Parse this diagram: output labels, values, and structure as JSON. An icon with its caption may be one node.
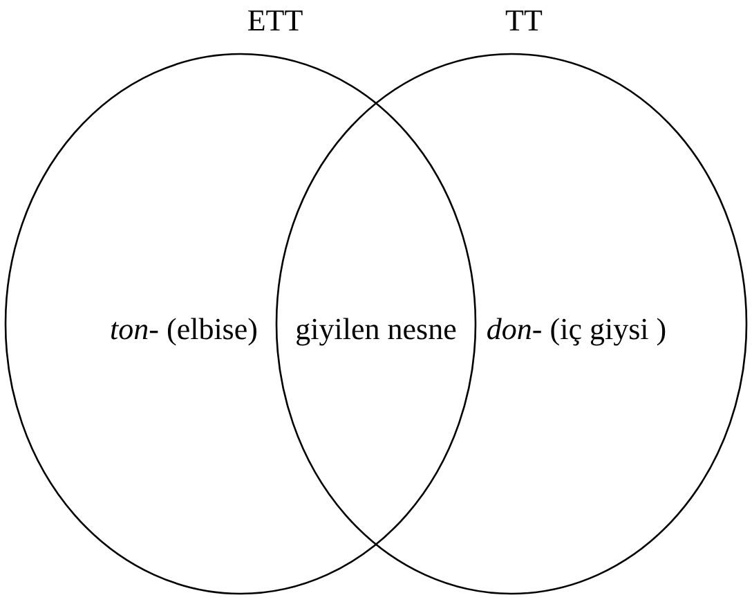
{
  "diagram": {
    "nodes": [
      {
        "text": [
          "ETT",
          "*ton-* (elbise)"
        ]
      },
      {
        "text": [
          "TT",
          "*don-* (iç giysi )"
        ]
      }
    ],
    "labels": [
      "giyilen nesne"
    ]
  }
}
